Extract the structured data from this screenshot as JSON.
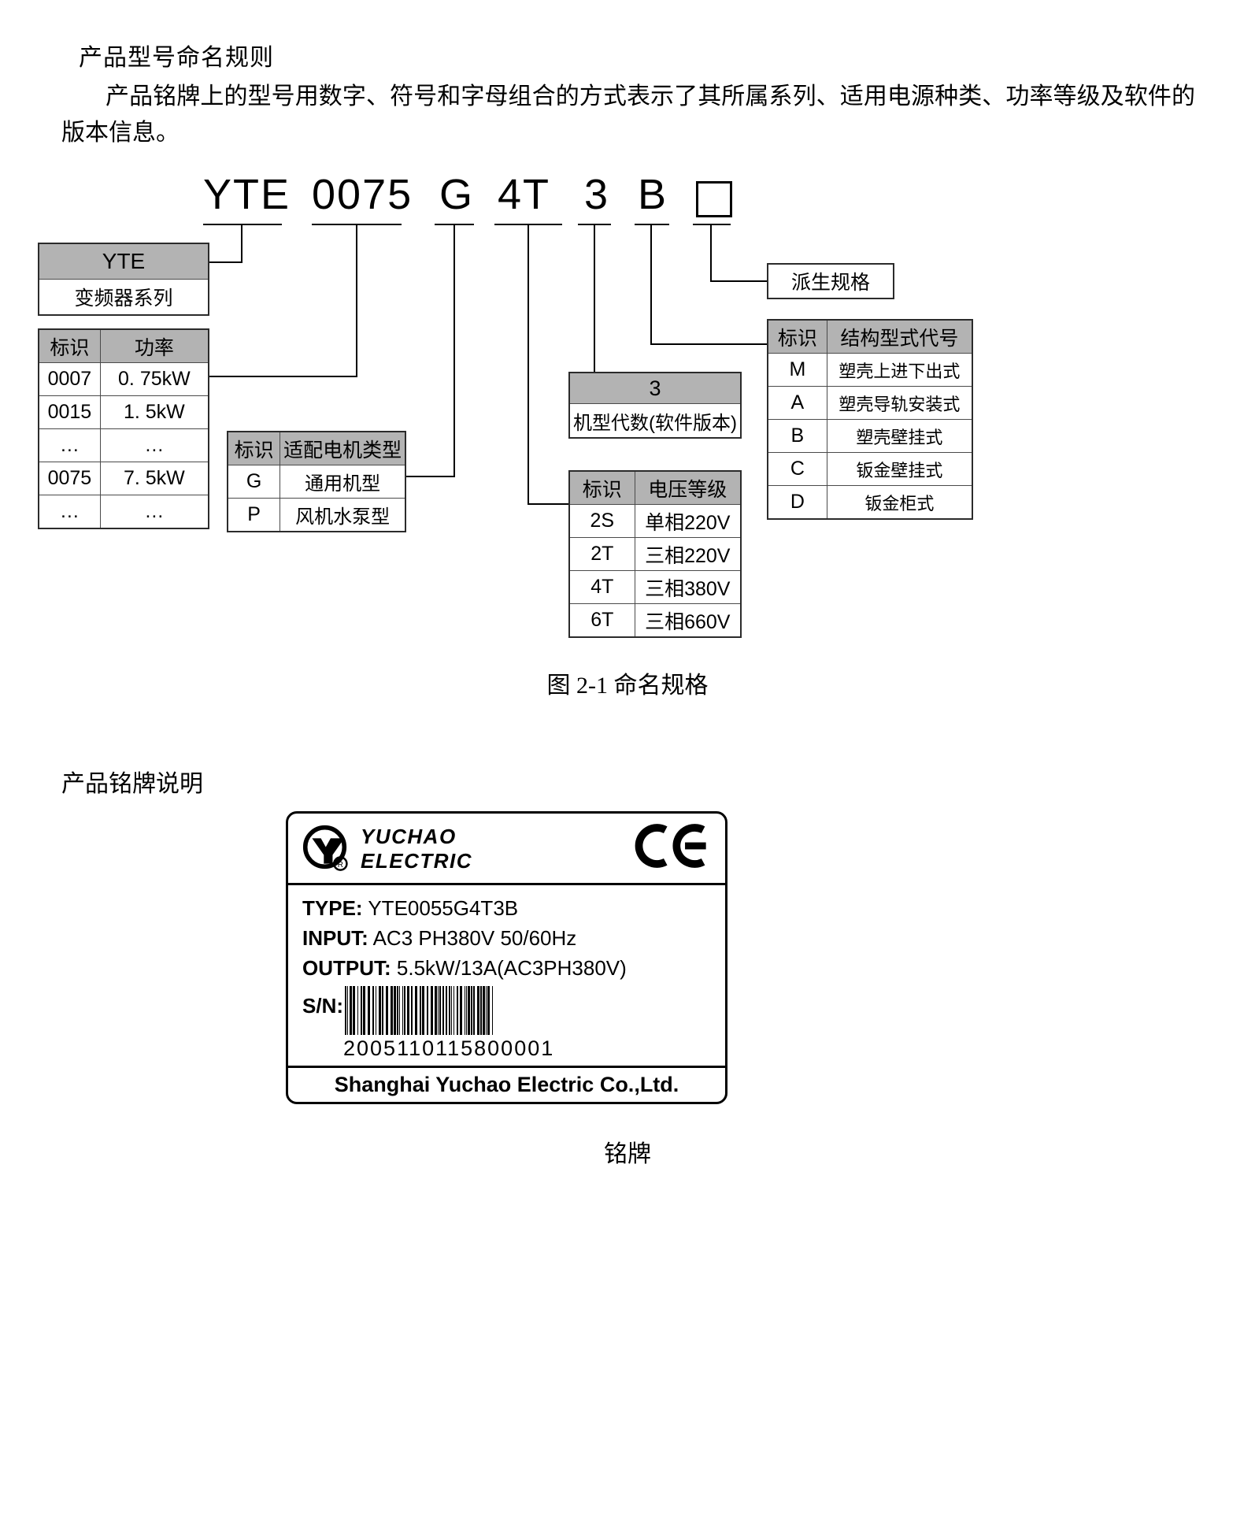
{
  "section1": {
    "heading": "产品型号命名规则",
    "paragraph": "产品铭牌上的型号用数字、符号和字母组合的方式表示了其所属系列、适用电源种类、功率等级及软件的版本信息。"
  },
  "model_code": {
    "tokens": [
      "YTE",
      "0075",
      "G",
      "4T",
      "3",
      "B"
    ],
    "derived_placeholder": "□"
  },
  "series_table": {
    "header": "YTE",
    "value": "变频器系列"
  },
  "power_table": {
    "headers": [
      "标识",
      "功率"
    ],
    "rows": [
      [
        "0007",
        "0. 75kW"
      ],
      [
        "0015",
        "1. 5kW"
      ],
      [
        "…",
        "…"
      ],
      [
        "0075",
        "7. 5kW"
      ],
      [
        "…",
        "…"
      ]
    ]
  },
  "motor_table": {
    "headers": [
      "标识",
      "适配电机类型"
    ],
    "rows": [
      [
        "G",
        "通用机型"
      ],
      [
        "P",
        "风机水泵型"
      ]
    ]
  },
  "version_table": {
    "header": "3",
    "value": "机型代数(软件版本)"
  },
  "voltage_table": {
    "headers": [
      "标识",
      "电压等级"
    ],
    "rows": [
      [
        "2S",
        "单相220V"
      ],
      [
        "2T",
        "三相220V"
      ],
      [
        "4T",
        "三相380V"
      ],
      [
        "6T",
        "三相660V"
      ]
    ]
  },
  "derived_box": {
    "label": "派生规格"
  },
  "structure_table": {
    "headers": [
      "标识",
      "结构型式代号"
    ],
    "rows": [
      [
        "M",
        "塑壳上进下出式"
      ],
      [
        "A",
        "塑壳导轨安装式"
      ],
      [
        "B",
        "塑壳壁挂式"
      ],
      [
        "C",
        "钣金壁挂式"
      ],
      [
        "D",
        "钣金柜式"
      ]
    ]
  },
  "figure_caption": "图 2-1 命名规格",
  "section2": {
    "heading": "产品铭牌说明"
  },
  "nameplate": {
    "brand_line1": "YUCHAO",
    "brand_line2": "ELECTRIC",
    "ce_mark": "CE",
    "rows": [
      {
        "label": "TYPE:",
        "value": "YTE0055G4T3B"
      },
      {
        "label": "INPUT:",
        "value": "AC3 PH380V    50/60Hz"
      },
      {
        "label": "OUTPUT:",
        "value": "5.5kW/13A(AC3PH380V)"
      }
    ],
    "sn_label": "S/N:",
    "sn_number": "2005110115800001",
    "company": "Shanghai Yuchao Electric Co.,Ltd."
  },
  "nameplate_caption": "铭牌",
  "colors": {
    "header_fill": "#b3b3b3",
    "border": "#2b2b2b",
    "text": "#000000"
  }
}
